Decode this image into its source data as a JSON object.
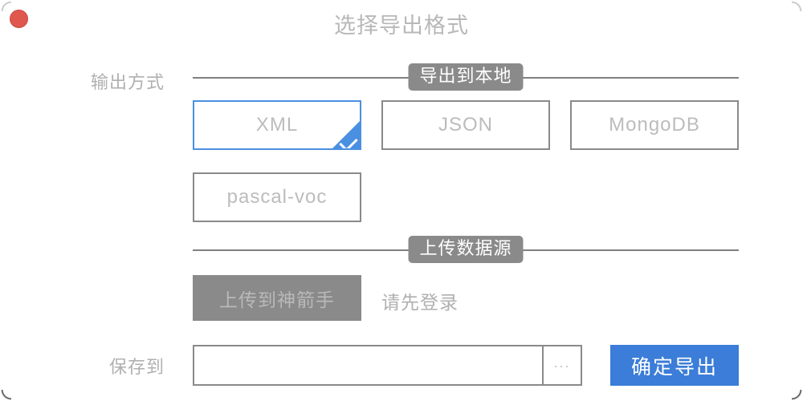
{
  "window": {
    "title": "选择导出格式",
    "close_icon": "close-circle-icon",
    "accent_blue": "#3b7dd8",
    "selected_border_blue": "#4a90e2",
    "divider_gray": "#808080",
    "close_red": "#e0574e"
  },
  "output_section": {
    "label": "输出方式",
    "badge": "导出到本地",
    "formats": [
      {
        "label": "XML",
        "selected": true
      },
      {
        "label": "JSON",
        "selected": false
      },
      {
        "label": "MongoDB",
        "selected": false
      },
      {
        "label": "pascal-voc",
        "selected": false
      }
    ]
  },
  "upload_section": {
    "badge": "上传数据源",
    "upload_button_label": "上传到神箭手",
    "upload_button_disabled": true,
    "login_hint": "请先登录"
  },
  "save_section": {
    "label": "保存到",
    "path_value": "",
    "path_placeholder": "",
    "browse_label": "...",
    "confirm_label": "确定导出"
  }
}
